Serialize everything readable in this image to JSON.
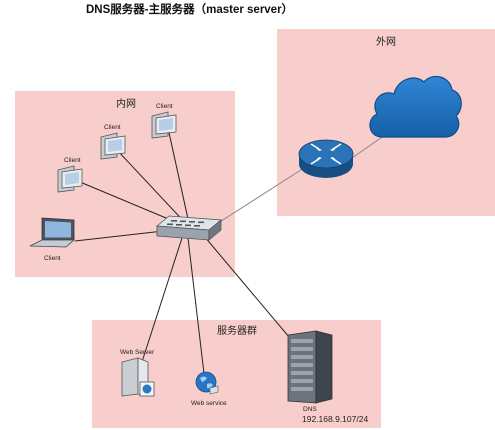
{
  "title": "DNS服务器-主服务器（master server）",
  "zones": {
    "internal": "内网",
    "external": "外网",
    "server_group": "服务器群"
  },
  "clients": [
    "Client",
    "Client",
    "Client",
    "Client"
  ],
  "servers": {
    "web_server": "Web Server",
    "web_service": "Web service",
    "dns": "DNS",
    "dns_ip": "192.168.9.107/24"
  },
  "colors": {
    "zone_fill": "#f8cecc",
    "router": "#1b5f9e",
    "cloud": "#1f74bf"
  }
}
